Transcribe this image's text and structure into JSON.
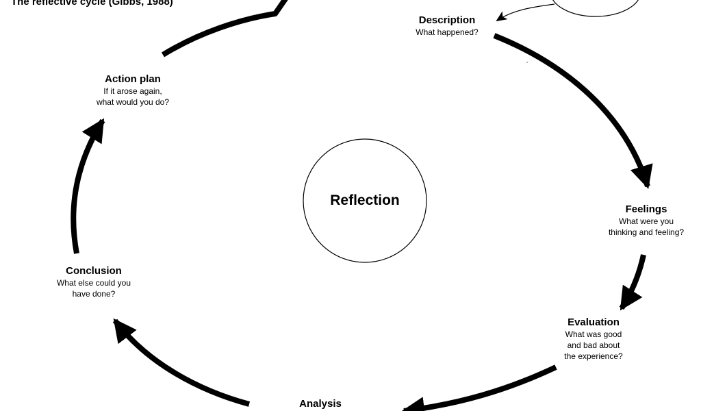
{
  "title": "The reflective cycle (Gibbs, 1988)",
  "center": {
    "label": "Reflection"
  },
  "stages": {
    "description": {
      "title": "Description",
      "lines": [
        "What happened?"
      ]
    },
    "feelings": {
      "title": "Feelings",
      "lines": [
        "What were you",
        "thinking and feeling?"
      ]
    },
    "evaluation": {
      "title": "Evaluation",
      "lines": [
        "What was good",
        "and bad about",
        "the experience?"
      ]
    },
    "analysis": {
      "title": "Analysis",
      "lines": []
    },
    "conclusion": {
      "title": "Conclusion",
      "lines": [
        "What else could you",
        "have done?"
      ]
    },
    "action_plan": {
      "title": "Action plan",
      "lines": [
        "If it arose again,",
        "what would you do?"
      ]
    }
  }
}
